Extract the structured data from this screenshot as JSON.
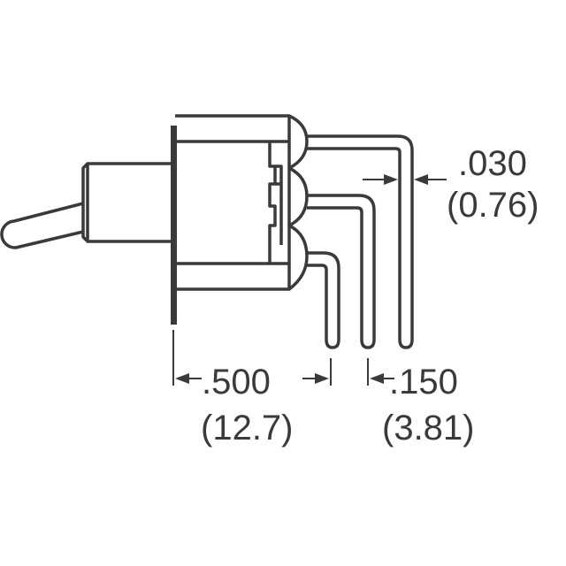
{
  "drawing": {
    "line_color": "#3a3a3a",
    "dimensions": {
      "pin_thickness": {
        "inch": ".030",
        "mm": "(0.76)"
      },
      "panel_to_pin": {
        "inch": ".500",
        "mm": "(12.7)"
      },
      "pin_pitch": {
        "inch": ".150",
        "mm": "(3.81)"
      }
    }
  }
}
